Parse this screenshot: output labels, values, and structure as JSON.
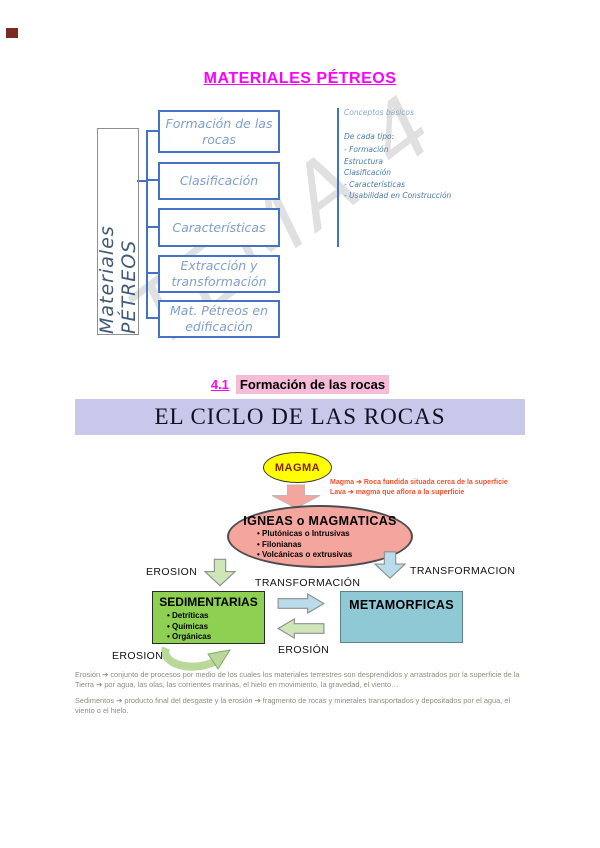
{
  "colors": {
    "accent-magenta": "#ff00ff",
    "highlight-pink": "#f5bcd8",
    "banner-lavender": "#c8c8ea",
    "box-border-blue": "#4472c4",
    "hand-blue": "#7fa0cc",
    "hand-dark": "#3f5a78",
    "note-blue": "#4b7cae",
    "note-blue-light": "#8aa9c6",
    "magma-yellow": "#ffff00",
    "magma-text": "#8c1f00",
    "salmon": "#f4a59d",
    "sed-green": "#8ed051",
    "meta-cyan": "#8fc9d6",
    "arrow-green": "#cfe7b8",
    "arrow-blue": "#b8dcea",
    "note-red": "#f0512d",
    "body-grey": "#8c8f7e",
    "watermark-grey": "#9a9a9a",
    "corner-maroon": "#7a2a23"
  },
  "page": {
    "title": "MATERIALES PÉTREOS"
  },
  "mindmap": {
    "watermark": "TEMA 4",
    "root_label": "Materiales PÉTREOS",
    "branches": [
      "Formación de las rocas",
      "Clasificación",
      "Características",
      "Extracción y transformación",
      "Mat. Pétreos en edificación"
    ]
  },
  "side_notes": {
    "heading": "Conceptos básicos",
    "subheading": "De cada tipo:",
    "items": [
      "- Formación",
      "Estructura",
      "Clasificación",
      "- Características",
      "- Usabilidad en Construcción"
    ]
  },
  "section": {
    "number": "4.1",
    "title": "Formación de las rocas"
  },
  "banner": {
    "title": "EL CICLO DE LAS ROCAS"
  },
  "cycle": {
    "magma_label": "MAGMA",
    "notes": [
      "Magma ➔ Roca fundida situada cerca de la superficie",
      "Lava ➔ magma que aflora a la superficie"
    ],
    "igneas": {
      "title": "IGNEAS o MAGMATICAS",
      "items": [
        "Plutónicas o Intrusivas",
        "Filonianas",
        "Volcánicas o extrusivas"
      ]
    },
    "sedimentarias": {
      "title": "SEDIMENTARIAS",
      "items": [
        "Detríticas",
        "Químicas",
        "Orgánicas"
      ]
    },
    "metamorficas": {
      "title": "METAMORFICAS"
    },
    "labels": {
      "erosion_left": "EROSION",
      "transformacion_center": "TRANSFORMACIÓN",
      "transformacion_right": "TRANSFORMACION",
      "erosion_mid": "EROSIÓN",
      "erosion_bottom": "EROSION"
    }
  },
  "paragraphs": [
    "Erosión ➔ conjunto de procesos por medio de los cuales los materiales terrestres son desprendidos y arrastrados por la superficie de la Tierra ➔ por agua, las olas, las corrientes marinas, el hielo en movimiento, la gravedad, el viento…",
    "Sedimentos ➔ producto final del desgaste y la erosión ➔ fragmento de rocas y minerales transportados y depositados por el agua, el viento o el hielo."
  ]
}
